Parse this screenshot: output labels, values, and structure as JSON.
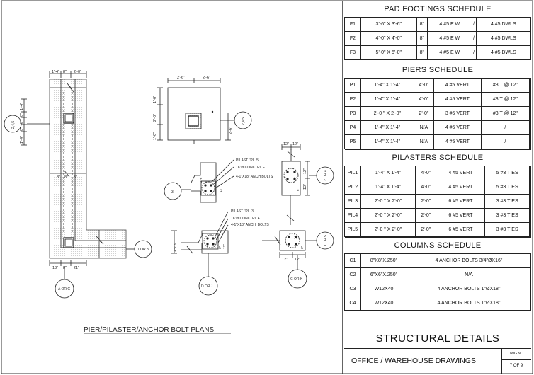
{
  "pad_footings": {
    "title": "PAD FOOTINGS SCHEDULE",
    "rows": [
      {
        "id": "F1",
        "size": "3'-6\" X 3'-6\"",
        "thick": "8\"",
        "reinf": "4 #5 E W",
        "mark": "/",
        "dwls": "4 #5 DWLS"
      },
      {
        "id": "F2",
        "size": "4'-0\" X 4'-0\"",
        "thick": "8\"",
        "reinf": "4 #5 E W",
        "mark": "/",
        "dwls": "4 #5 DWLS"
      },
      {
        "id": "F3",
        "size": "5'-0\" X 5'-0\"",
        "thick": "8\"",
        "reinf": "4 #5 E W",
        "mark": "/",
        "dwls": "4 #5 DWLS"
      }
    ]
  },
  "piers": {
    "title": "PIERS SCHEDULE",
    "rows": [
      {
        "id": "P1",
        "size": "1'-4\" X 1'-4\"",
        "height": "4'-0\"",
        "vert": "4 #5 VERT",
        "ties": "#3 T @ 12\""
      },
      {
        "id": "P2",
        "size": "1'-4\" X 1'-4\"",
        "height": "4'-0\"",
        "vert": "4 #5 VERT",
        "ties": "#3 T @ 12\""
      },
      {
        "id": "P3",
        "size": "2'-0 \" X 2'-0\"",
        "height": "2'-0\"",
        "vert": "3 #5 VERT",
        "ties": "#3 T @ 12\""
      },
      {
        "id": "P4",
        "size": "1'-4\" X 1'-4\"",
        "height": "N/A",
        "vert": "4 #5 VERT",
        "ties": "/"
      },
      {
        "id": "P5",
        "size": "1'-4\" X 1'-4\"",
        "height": "N/A",
        "vert": "4 #5 VERT",
        "ties": "/"
      }
    ]
  },
  "pilasters": {
    "title": "PILASTERS SCHEDULE",
    "rows": [
      {
        "id": "PIL1",
        "size": "1'-4\" X 1'-4\"",
        "height": "4'-0\"",
        "vert": "4 #5 VERT",
        "ties": "5 #3 TIES"
      },
      {
        "id": "PIL2",
        "size": "1'-4\" X 1'-4\"",
        "height": "4'-0\"",
        "vert": "4 #5 VERT",
        "ties": "5 #3 TIES"
      },
      {
        "id": "PIL3",
        "size": "2'-0 \" X 2'-0\"",
        "height": "2'-0\"",
        "vert": "6 #5 VERT",
        "ties": "3 #3 TIES"
      },
      {
        "id": "PIL4",
        "size": "2'-0 \" X 2'-0\"",
        "height": "2'-0\"",
        "vert": "6 #5 VERT",
        "ties": "3 #3 TIES"
      },
      {
        "id": "PIL5",
        "size": "2'-0 \" X 2'-0\"",
        "height": "2'-0\"",
        "vert": "6 #5 VERT",
        "ties": "3 #3 TIES"
      }
    ]
  },
  "columns": {
    "title": "COLUMNS SCHEDULE",
    "rows": [
      {
        "id": "C1",
        "size": "8\"X8\"X.250\"",
        "desc": "4 ANCHOR BOLTS 3/4\"ØX16\""
      },
      {
        "id": "C2",
        "size": "6\"X6\"X.250\"",
        "desc": "N/A"
      },
      {
        "id": "C3",
        "size": "W12X40",
        "desc": "4 ANCHOR BOLTS 1\"ØX18\""
      },
      {
        "id": "C4",
        "size": "W12X40",
        "desc": "4 ANCHOR BOLTS 1\"ØX18\""
      }
    ]
  },
  "title_block": {
    "heading": "STRUCTURAL DETAILS",
    "project": "OFFICE / WAREHOUSE DRAWINGS",
    "dwg_label": "DWG NO.",
    "sheet": "7 OF 9"
  },
  "plan_title": "PIER/PILASTER/ANCHOR BOLT PLANS",
  "callouts": {
    "left_plan": [
      "2,4,5",
      "1 OR 8",
      "A OR C"
    ],
    "footing": [
      "2,4,5"
    ],
    "pil5": [
      "3",
      "2 OR 4"
    ],
    "pil3": [
      "D OR J",
      "C OR K",
      "1 OR 5"
    ]
  },
  "notes": {
    "pil5": [
      "PILAST. 'PIL 5'",
      "16\"Ø CONC. PILE",
      "4-1\"X18\" ANCH.BOLTS"
    ],
    "pil3": [
      "PILAST. 'PIL 3'",
      "16\"Ø CONC. PILE",
      "4-1\"X18\" ANCH. BOLTS"
    ]
  },
  "dims": {
    "left_top": [
      "1'-4\"",
      "8\"",
      "2'-0\""
    ],
    "left_side": [
      "1'-4\"",
      "8\"",
      "8\"",
      "8\"",
      "1'-4\""
    ],
    "left_mid": [
      "8\"",
      "8\"",
      "8\""
    ],
    "left_bottom": [
      "13\"",
      "8\"",
      "21\""
    ],
    "footing_top": [
      "2'-6\"",
      "2'-6\""
    ],
    "footing_left": [
      "1'-6\"",
      "2'-0\"",
      "1'-6\""
    ],
    "footing_right": [
      "2'-6\""
    ],
    "pil5_top": [
      "12\"",
      "12\""
    ],
    "pil5_right": [
      "12\"",
      "12\""
    ],
    "pil5_mid": [
      "2'-6\"",
      "6\"",
      "12\""
    ],
    "pil5_vert": [
      "6\""
    ],
    "pil3_left": [
      "1'-0\" 6\""
    ],
    "pil3_vert": [
      "6\"",
      "12\""
    ],
    "pil3_bottom": [
      "12\"",
      "12\""
    ],
    "pil3_right": [
      "6\""
    ]
  }
}
